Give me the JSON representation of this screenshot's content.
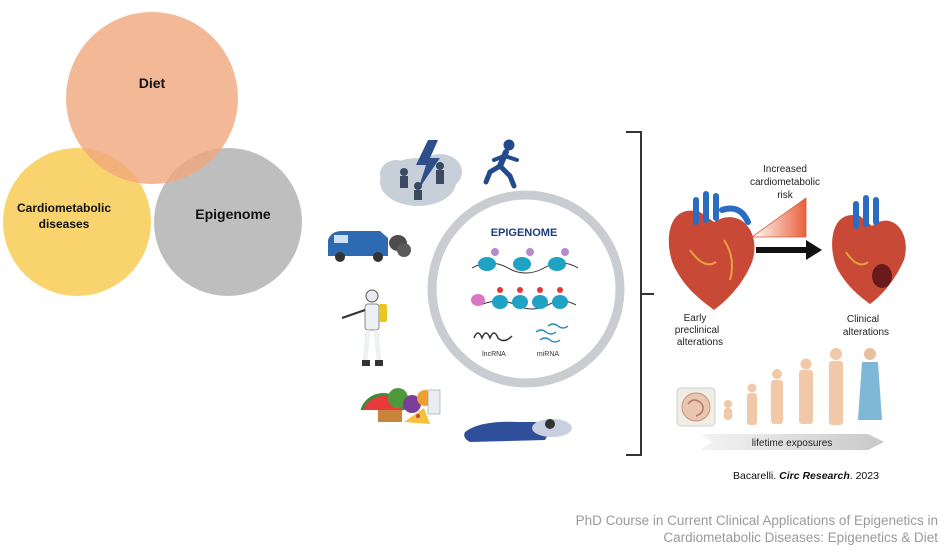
{
  "venn": {
    "diet": "Diet",
    "cardiometabolic_line1": "Cardiometabolic",
    "cardiometabolic_line2": "diseases",
    "epigenome": "Epigenome",
    "colors": {
      "diet": "#f0a77c",
      "cardio": "#f7c94a",
      "epigenome": "#b3b3b3"
    }
  },
  "figure": {
    "center_title": "EPIGENOME",
    "lncrna": "lncRNA",
    "mirna": "miRNA",
    "risk_line1": "Increased",
    "risk_line2": "cardiometabolic",
    "risk_line3": "risk",
    "early_line1": "Early",
    "early_line2": "preclinical",
    "early_line3": "alterations",
    "clinical_line1": "Clinical",
    "clinical_line2": "alterations",
    "lifetime": "lifetime exposures"
  },
  "citation": {
    "author": "Bacarelli.",
    "journal": "Circ Research",
    "year": ". 2023"
  },
  "footer": {
    "line1": "PhD Course in Current Clinical Applications of Epigenetics in",
    "line2": "Cardiometabolic Diseases: Epigenetics & Diet"
  }
}
